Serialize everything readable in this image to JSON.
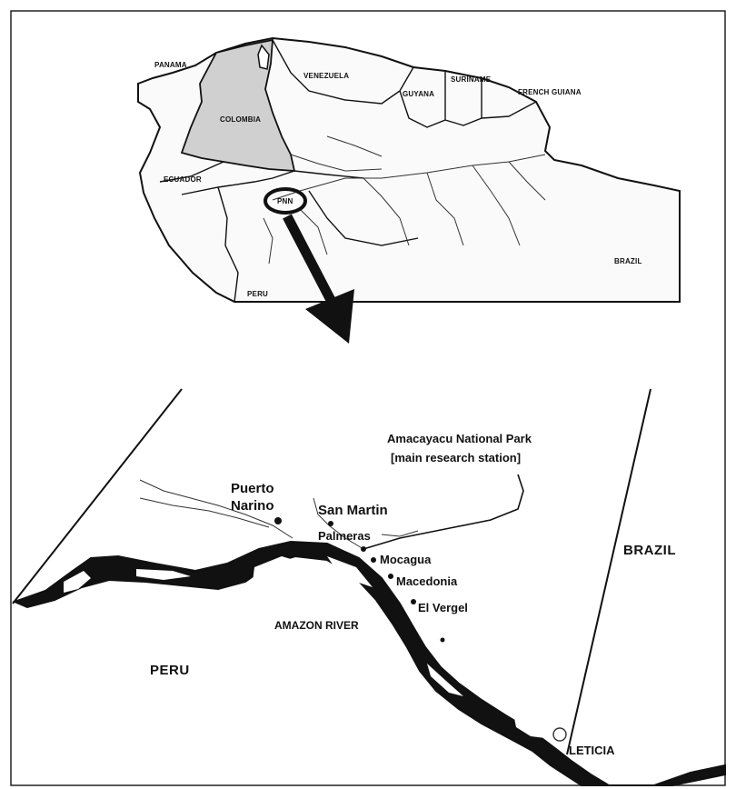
{
  "overview_map": {
    "countries": {
      "panama": "PANAMA",
      "venezuela": "VENEZUELA",
      "guyana": "GUYANA",
      "suriname": "SURINAME",
      "french_guiana": "FRENCH GUIANA",
      "colombia": "COLOMBIA",
      "ecuador": "ECUADOR",
      "peru": "PERU",
      "brazil": "BRAZIL"
    },
    "highlight_label": "PNN",
    "colors": {
      "colombia_fill": "#d0d0d0",
      "line": "#111111"
    }
  },
  "detail_map": {
    "park_label_line1": "Amacayacu National Park",
    "park_label_line2": "[main research station]",
    "places": {
      "puerto_narino_1": "Puerto",
      "puerto_narino_2": "Narino",
      "san_martin": "San Martin",
      "palmeras": "Palmeras",
      "mocagua": "Mocagua",
      "macedonia": "Macedonia",
      "el_vergel": "El Vergel",
      "leticia": "LETICIA"
    },
    "river_label": "AMAZON RIVER",
    "regions": {
      "peru": "PERU",
      "brazil": "BRAZIL"
    }
  }
}
